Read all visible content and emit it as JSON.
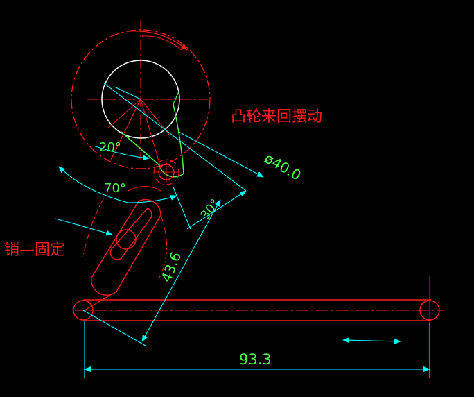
{
  "labels": {
    "cam_swing": "凸轮来回摆动",
    "pin_fixed": "销—固定",
    "angle_20": "20°",
    "angle_70": "70°",
    "angle_30": "30°",
    "diameter": "ø40.0",
    "length_43_6": "43.6",
    "length_93_3": "93.3"
  },
  "colors": {
    "background": "#000000",
    "red": "#ff1a1a",
    "white": "#ffffff",
    "green": "#4cff4c",
    "cyan": "#00ffff"
  }
}
